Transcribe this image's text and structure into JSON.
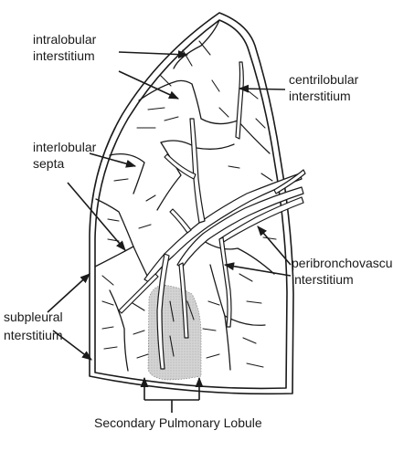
{
  "labels": {
    "intralobular": [
      "intralobular",
      "interstitium"
    ],
    "centrilobular": [
      "centrilobular",
      "interstitium"
    ],
    "interlobular": [
      "interlobular",
      "septa"
    ],
    "peribronchovascular": [
      "peribronchovascula",
      "interstitium"
    ],
    "subpleural": [
      "subpleural",
      "nterstitium"
    ],
    "caption": "Secondary Pulmonary Lobule"
  },
  "colors": {
    "line": "#1a1a1a",
    "lobule_shading": "#cfcfcf",
    "background": "#ffffff"
  }
}
